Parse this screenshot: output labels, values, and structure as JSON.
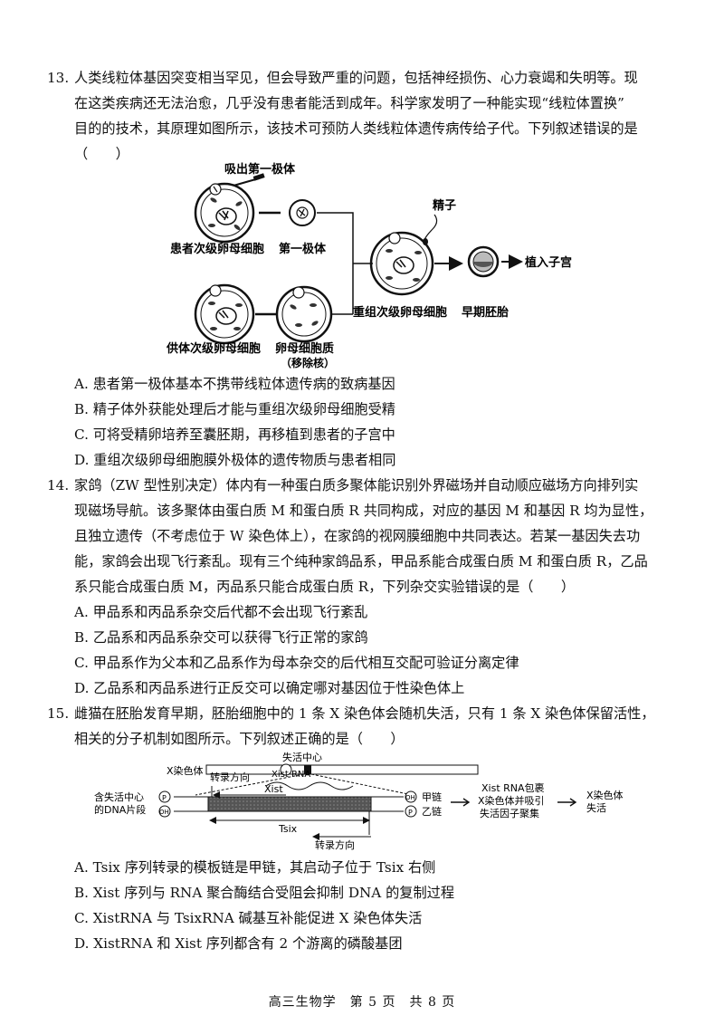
{
  "q13": {
    "num": "13.",
    "lines": [
      "人类线粒体基因突变相当罕见，但会导致严重的问题，包括神经损伤、心力衰竭和失明等。现",
      "在这类疾病还无法治愈，几乎没有患者能活到成年。科学家发明了一种能实现“线粒体置换”",
      "目的的技术，其原理如图所示，该技术可预防人类线粒体遗传病传给子代。下列叙述错误的是",
      "（　　）"
    ],
    "figure": {
      "label_remove_polar": "吸出第一极体",
      "label_patient": "患者次级卵母细胞",
      "label_polar": "第一极体",
      "label_donor": "供体次级卵母细胞",
      "label_cytoplasm": "卵母细胞质",
      "label_cytoplasm_sub": "（移除核）",
      "label_sperm": "精子",
      "label_recombined": "重组次级卵母细胞",
      "label_embryo": "早期胚胎",
      "label_implant": "植入子宫"
    },
    "options": [
      "A. 患者第一极体基本不携带线粒体遗传病的致病基因",
      "B. 精子体外获能处理后才能与重组次级卵母细胞受精",
      "C. 可将受精卵培养至囊胚期，再移植到患者的子宫中",
      "D. 重组次级卵母细胞膜外极体的遗传物质与患者相同"
    ]
  },
  "q14": {
    "num": "14.",
    "lines": [
      "家鸽（ZW 型性别决定）体内有一种蛋白质多聚体能识别外界磁场并自动顺应磁场方向排列实",
      "现磁场导航。该多聚体由蛋白质 M 和蛋白质 R 共同构成，对应的基因 M 和基因 R 均为显性，",
      "且独立遗传（不考虑位于 W 染色体上），在家鸽的视网膜细胞中共同表达。若某一基因失去功",
      "能，家鸽会出现飞行紊乱。现有三个纯种家鸽品系，甲品系能合成蛋白质 M 和蛋白质 R，乙品",
      "系只能合成蛋白质 M，丙品系只能合成蛋白质 R，下列杂交实验错误的是（　　）"
    ],
    "options": [
      "A. 甲品系和丙品系杂交后代都不会出现飞行紊乱",
      "B. 乙品系和丙品系杂交可以获得飞行正常的家鸽",
      "C. 甲品系作为父本和乙品系作为母本杂交的后代相互交配可验证分离定律",
      "D. 乙品系和丙品系进行正反交可以确定哪对基因位于性染色体上"
    ]
  },
  "q15": {
    "num": "15.",
    "lines": [
      "雌猫在胚胎发育早期，胚胎细胞中的 1 条 X 染色体会随机失活，只有 1 条 X 染色体保留活性，",
      "相关的分子机制如图所示。下列叙述正确的是（　　）"
    ],
    "figure": {
      "label_center": "失活中心",
      "label_xchrom": "X染色体",
      "label_direction1": "转录方向",
      "label_xist_rna": "Xist RNA",
      "label_xist": "Xist",
      "label_tsix": "Tsix",
      "label_dna_l1": "含失活中心",
      "label_dna_l2": "的DNA片段",
      "label_p": "P",
      "label_oh": "OH",
      "label_strand_a": "甲链",
      "label_strand_b": "乙链",
      "label_wrap1": "Xist RNA包裹",
      "label_wrap2": "X染色体并吸引",
      "label_wrap3": "失活因子聚集",
      "label_result1": "X染色体",
      "label_result2": "失活",
      "label_direction2": "转录方向"
    },
    "options": [
      "A. Tsix 序列转录的模板链是甲链，其启动子位于 Tsix 右侧",
      "B. Xist 序列与 RNA 聚合酶结合受阻会抑制 DNA 的复制过程",
      "C. XistRNA 与 TsixRNA 碱基互补能促进 X 染色体失活",
      "D. XistRNA 和 Xist 序列都含有 2 个游离的磷酸基团"
    ]
  },
  "footer": "高三生物学　第 5 页　共 8 页"
}
